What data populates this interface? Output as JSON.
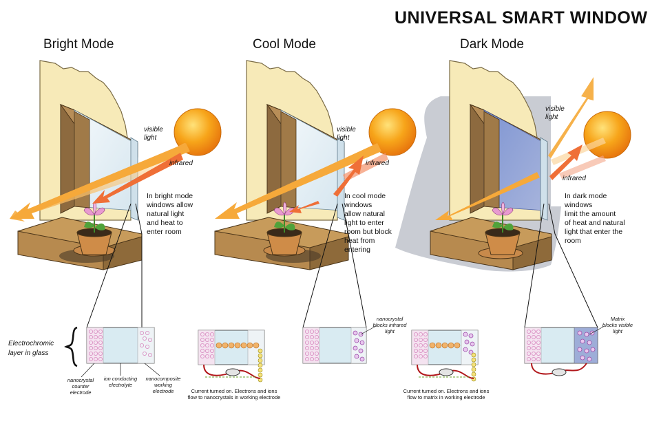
{
  "title": "UNIVERSAL SMART WINDOW",
  "modes": [
    {
      "name": "Bright Mode",
      "visible_label": [
        "visible",
        "light"
      ],
      "infrared_label": "infrared",
      "description": [
        "In bright mode",
        "windows allow",
        "natural light",
        "and heat to",
        "enter room"
      ]
    },
    {
      "name": "Cool Mode",
      "visible_label": [
        "visible",
        "light"
      ],
      "infrared_label": "infrared",
      "description": [
        "In cool mode",
        " windows",
        "allow natural",
        "light to enter",
        "room but block",
        "heat from",
        "entering"
      ]
    },
    {
      "name": "Dark Mode",
      "visible_label": [
        "visible",
        "light"
      ],
      "infrared_label": "infrared",
      "description": [
        "In dark mode",
        " windows",
        "limit the amount",
        "of heat and natural",
        "light that enter the",
        "room"
      ]
    }
  ],
  "layer_label": [
    "Electrochromic",
    "layer in glass"
  ],
  "bright_labels": {
    "counter": [
      "nanocrystal",
      "counter",
      "electrode"
    ],
    "electrolyte": [
      "ion conducting",
      "electrolyte"
    ],
    "working": [
      "nanocomposite",
      "working",
      "electrode"
    ]
  },
  "cool_note": [
    "nanocrystal",
    "blocks infrared",
    "light"
  ],
  "dark_note": [
    "Matrix",
    "blocks visible",
    "light"
  ],
  "cool_caption": [
    "Current turned on. Electrons and ions",
    "flow to nanocrystals in working electrode"
  ],
  "dark_caption": [
    "Current turned on. Electrons and ions",
    "flow to matrix in working electrode"
  ],
  "colors": {
    "wall": "#f7eab8",
    "wood": "#a8814f",
    "wood_dark": "#6f4f2a",
    "sun": "#f5a21a",
    "visible_ray": "#f6b14a",
    "infrared_ray": "#ef6f37",
    "glass": "#e3eff6",
    "dark_glass": "#8ea1d6",
    "shadow": "#c9ccd3"
  }
}
